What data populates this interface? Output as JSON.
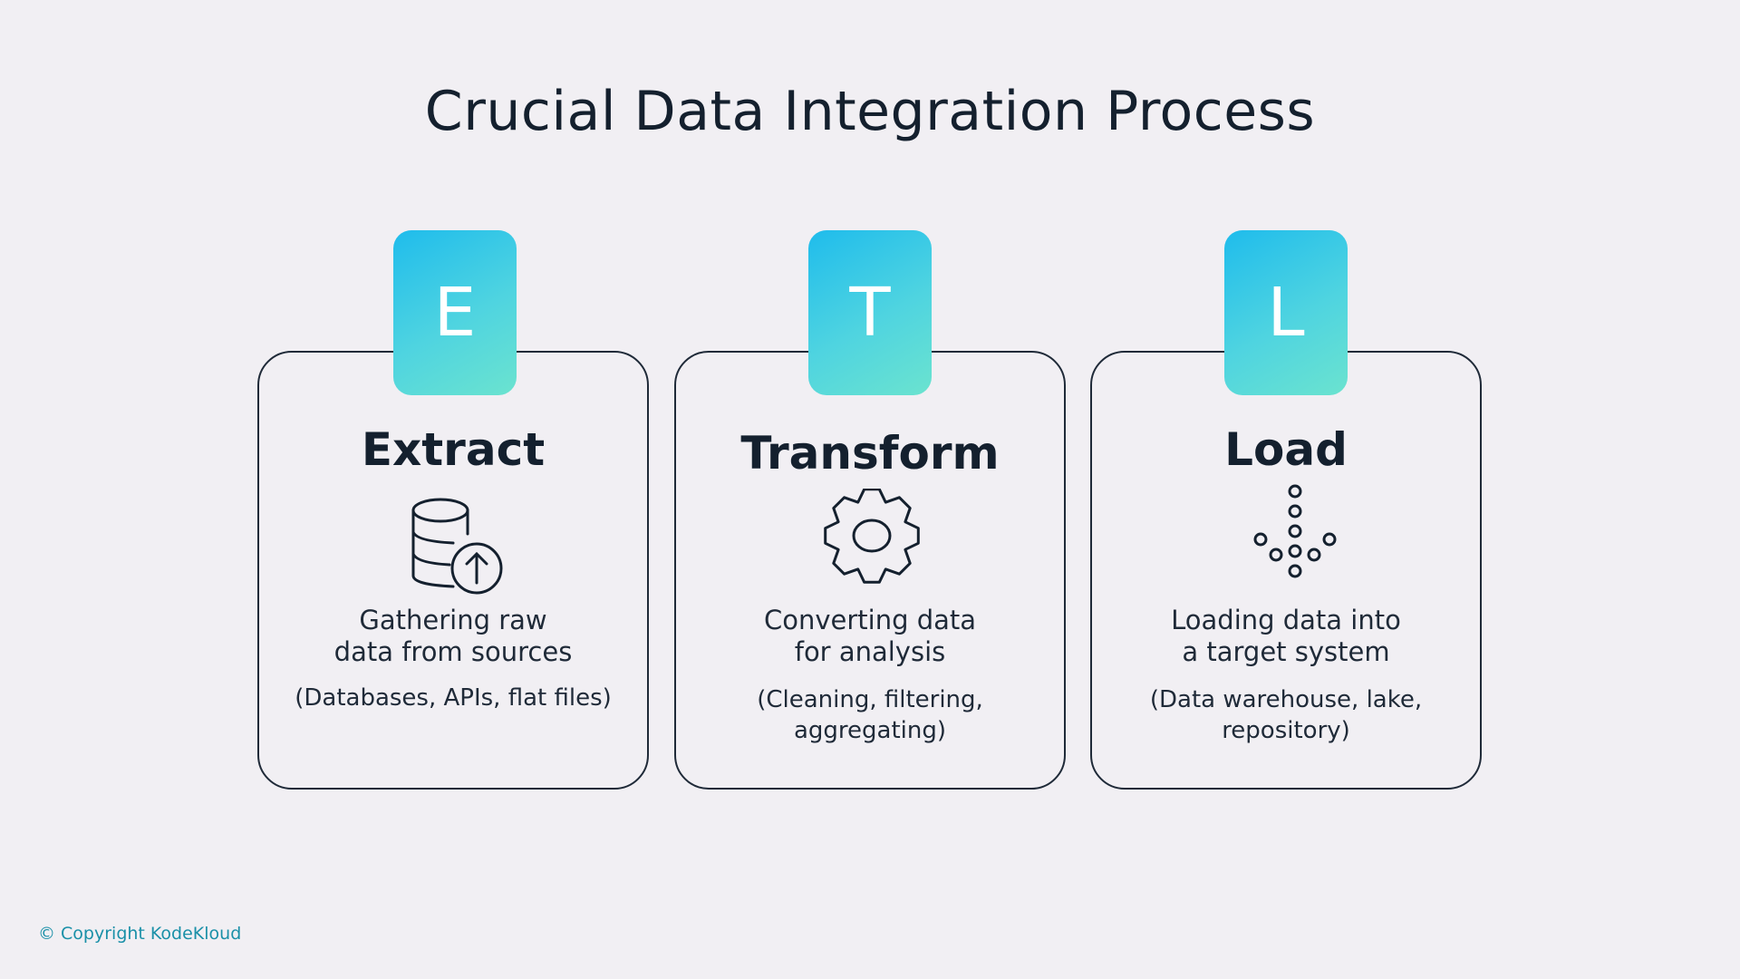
{
  "title": "Crucial Data Integration Process",
  "steps": [
    {
      "letter": "E",
      "heading": "Extract",
      "icon": "database-upload-icon",
      "desc1": "Gathering raw",
      "desc2": "data from sources",
      "sub1": "(Databases, APIs, flat files)",
      "sub2": ""
    },
    {
      "letter": "T",
      "heading": "Transform",
      "icon": "gear-icon",
      "desc1": "Converting data",
      "desc2": "for analysis",
      "sub1": "(Cleaning, filtering,",
      "sub2": "aggregating)"
    },
    {
      "letter": "L",
      "heading": "Load",
      "icon": "dotted-arrow-down-icon",
      "desc1": "Loading data into",
      "desc2": "a target system",
      "sub1": "(Data warehouse, lake,",
      "sub2": "repository)"
    }
  ],
  "copyright": "© Copyright KodeKloud",
  "colors": {
    "accent_start": "#1fbcec",
    "accent_end": "#6be3cf",
    "text": "#14202e",
    "background": "#f1eff3",
    "copyright": "#1a90a8"
  }
}
